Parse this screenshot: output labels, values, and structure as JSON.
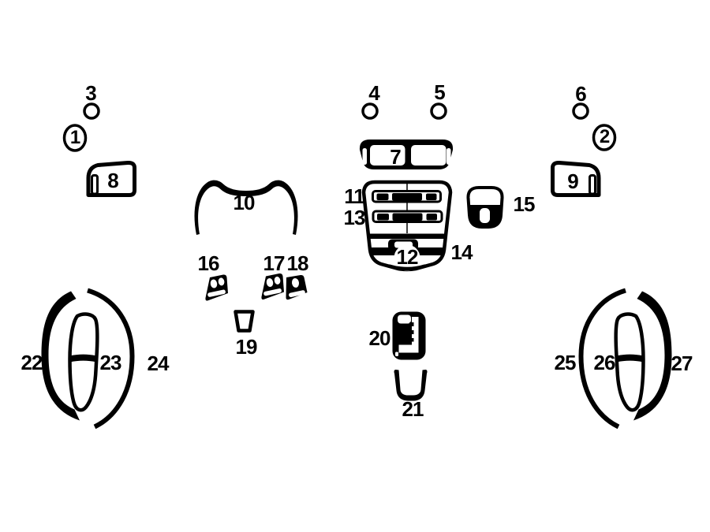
{
  "canvas": {
    "background": "#ffffff",
    "ink": "#000000"
  },
  "diagram": {
    "part_labels": [
      "1",
      "2",
      "3",
      "4",
      "5",
      "6",
      "7",
      "8",
      "9",
      "10",
      "11",
      "12",
      "13",
      "14",
      "15",
      "16",
      "17",
      "18",
      "19",
      "20",
      "21",
      "22",
      "23",
      "24",
      "25",
      "26",
      "27"
    ]
  }
}
